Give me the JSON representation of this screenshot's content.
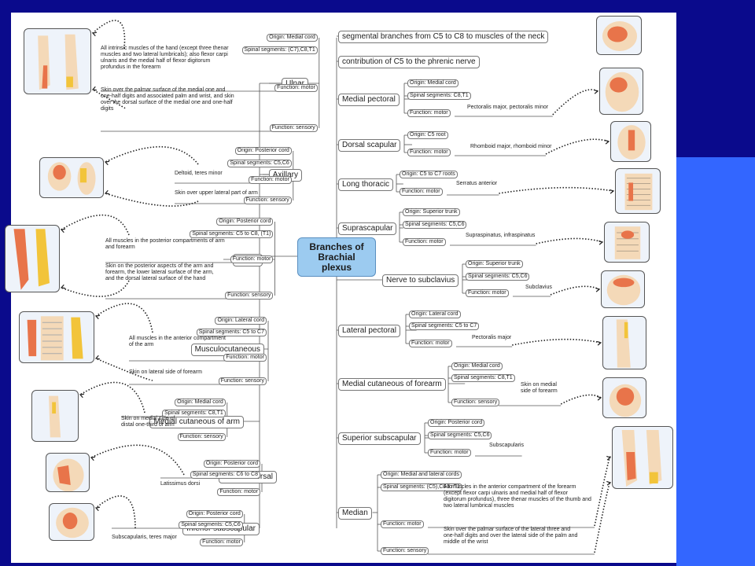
{
  "center": {
    "title": "Branches of Brachial plexus"
  },
  "left_nerves": [
    {
      "name": "Ulnar",
      "attrs": [
        "Origin: Medial cord",
        "Spinal segments: (C7),C8,T1",
        "Function: motor",
        "Function: sensory"
      ],
      "descriptions": [
        "All intrinsic muscles of the hand (except three thenar muscles and two lateral lumbricals); also flexor carpi ulnaris and the medial half of flexor digitorum profundus in the forearm",
        "Skin over the palmar surface of the medial one and one-half digits and associated palm and wrist, and skin over the dorsal surface of the medial one and one-half digits"
      ]
    },
    {
      "name": "Axillary",
      "attrs": [
        "Origin: Posterior cord",
        "Spinal segments: C5,C6",
        "Function: motor",
        "Function: sensory"
      ],
      "descriptions": [
        "Deltoid, teres minor",
        "Skin over upper lateral part of arm"
      ]
    },
    {
      "name": "Radial",
      "attrs": [
        "Origin: Posterior cord",
        "Spinal segments: C5 to C8, (T1)",
        "Function: motor",
        "Function: sensory"
      ],
      "descriptions": [
        "All muscles in the posterior compartments of arm and forearm",
        "Skin on the posterior aspects of the arm and forearm, the lower lateral surface of the arm, and the dorsal lateral surface of the hand"
      ]
    },
    {
      "name": "Musculocutaneous",
      "attrs": [
        "Origin: Lateral cord",
        "Spinal segments: C5 to C7",
        "Function: motor",
        "Function: sensory"
      ],
      "descriptions": [
        "All muscles in the anterior compartment of the arm",
        "Skin on lateral side of forearm"
      ]
    },
    {
      "name": "Medial cutaneous of arm",
      "attrs": [
        "Origin: Medial cord",
        "Spinal segments: C8,T1",
        "Function: sensory"
      ],
      "descriptions": [
        "Skin on medial side of distal one-third of arm"
      ]
    },
    {
      "name": "Thoracodorsal",
      "attrs": [
        "Origin: Posterior cord",
        "Spinal segments: C6 to C8",
        "Function: motor"
      ],
      "descriptions": [
        "Latissimus dorsi"
      ]
    },
    {
      "name": "Inferior subscapular",
      "attrs": [
        "Origin: Posterior cord",
        "Spinal segments: C5,C6",
        "Function: motor"
      ],
      "descriptions": [
        "Subscapularis, teres major"
      ]
    }
  ],
  "right_nerves": [
    {
      "name": "segmental branches from C5 to C8 to muscles of the neck",
      "attrs": [],
      "descriptions": []
    },
    {
      "name": "contribution of C5 to the phrenic nerve",
      "attrs": [],
      "descriptions": []
    },
    {
      "name": "Medial pectoral",
      "attrs": [
        "Origin: Medial cord",
        "Spinal segments: C8,T1",
        "Function: motor"
      ],
      "descriptions": [
        "Pectoralis major, pectoralis minor"
      ]
    },
    {
      "name": "Dorsal scapular",
      "attrs": [
        "Origin: C5 root",
        "Function: motor"
      ],
      "descriptions": [
        "Rhomboid major, rhomboid minor"
      ]
    },
    {
      "name": "Long thoracic",
      "attrs": [
        "Origin: C5 to C7 roots",
        "Function: motor"
      ],
      "descriptions": [
        "Serratus anterior"
      ]
    },
    {
      "name": "Suprascapular",
      "attrs": [
        "Origin: Superior trunk",
        "Spinal segments: C5,C6",
        "Function: motor"
      ],
      "descriptions": [
        "Supraspinatus, infraspinatus"
      ]
    },
    {
      "name": "Nerve to subclavius",
      "attrs": [
        "Origin: Superior trunk",
        "Spinal segments: C5,C6",
        "Function: motor"
      ],
      "descriptions": [
        "Subclavius"
      ]
    },
    {
      "name": "Lateral pectoral",
      "attrs": [
        "Origin: Lateral cord",
        "Spinal segments: C5 to C7",
        "Function: motor"
      ],
      "descriptions": [
        "Pectoralis major"
      ]
    },
    {
      "name": "Medial cutaneous of forearm",
      "attrs": [
        "Origin: Medial cord",
        "Spinal segments: C8,T1",
        "Function: sensory"
      ],
      "descriptions": [
        "Skin on medial side of forearm"
      ]
    },
    {
      "name": "Superior subscapular",
      "attrs": [
        "Origin: Posterior cord",
        "Spinal segments: C5,C6",
        "Function: motor"
      ],
      "descriptions": [
        "Subscapularis"
      ]
    },
    {
      "name": "Median",
      "attrs": [
        "Origin: Medial and lateral cords",
        "Spinal segments: (C5),C6 to T1",
        "Function: motor",
        "Function: sensory"
      ],
      "descriptions": [
        "All muscles in the anterior compartment of the forearm (except flexor carpi ulnaris and medial half of flexor digitorum profundus), three thenar muscles of the thumb and two lateral lumbrical muscles",
        "Skin over the palmar surface of the lateral three and one-half digits and over the lateral side of the palm and middle of the wrist"
      ]
    }
  ],
  "colors": {
    "background": "#0a0a8c",
    "accent_bar": "#3366ff",
    "center_fill": "#9ccbf0",
    "muscle": "#e8744a",
    "skin": "#f4d9b8",
    "sensory": "#f2c43a"
  }
}
